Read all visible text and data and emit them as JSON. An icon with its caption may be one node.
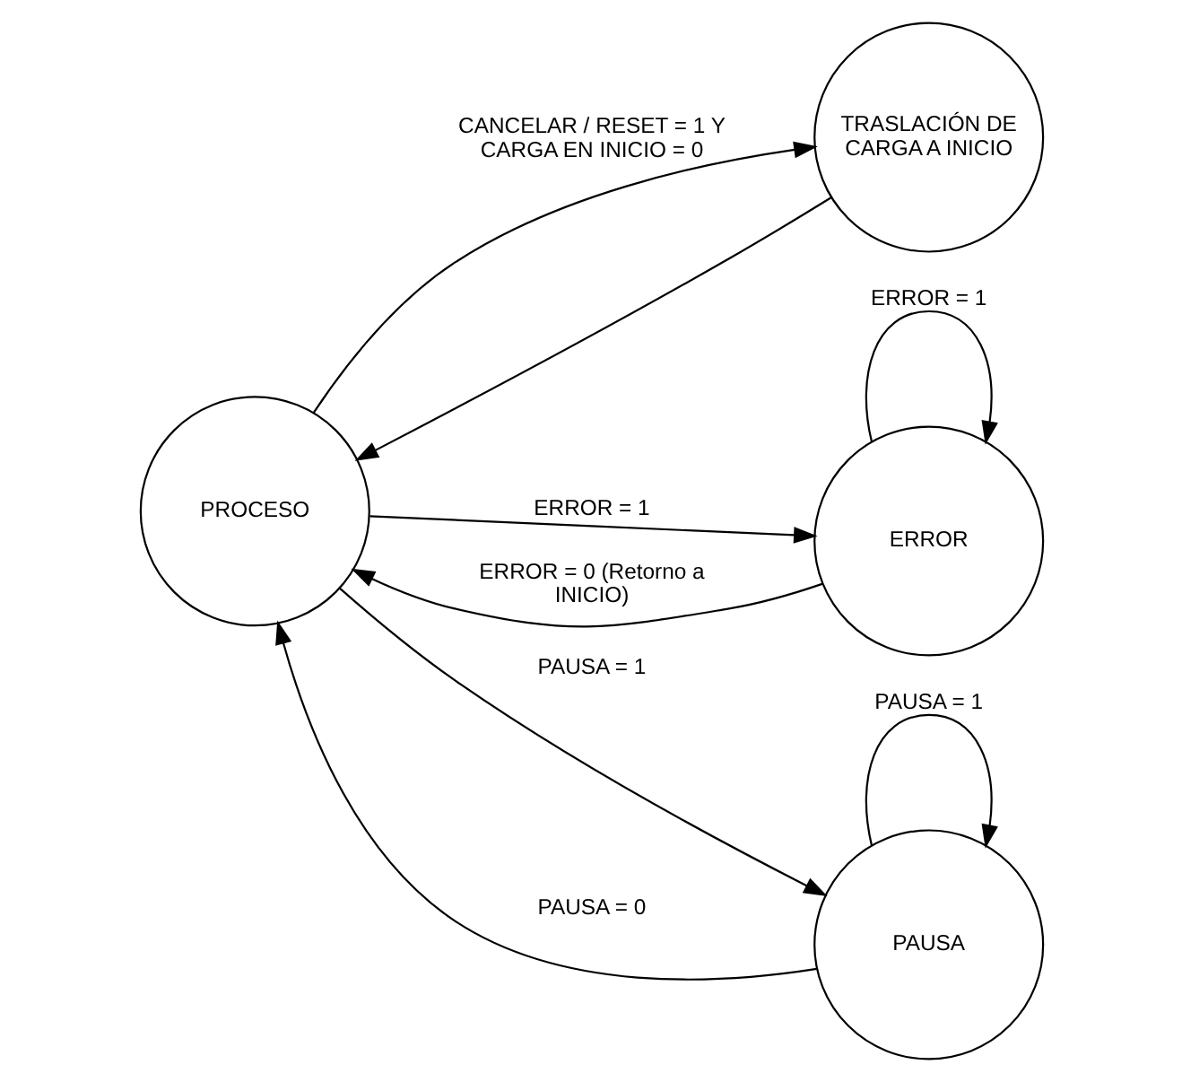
{
  "diagram": {
    "nodes": [
      {
        "text": [
          "PROCESO"
        ]
      },
      {
        "text": [
          "TRASLACIÓN DE CARGA A INICIO"
        ]
      },
      {
        "text": [
          "ERROR"
        ]
      },
      {
        "text": [
          "PAUSA"
        ]
      }
    ],
    "edges": [
      {
        "from": 0,
        "to": 1,
        "arrow": "to",
        "label": "CANCELAR / RESET = 1 Y CARGA EN INICIO = 0"
      },
      {
        "from": 1,
        "to": 0,
        "arrow": "to"
      },
      {
        "from": 0,
        "to": 2,
        "arrow": "to",
        "label": "ERROR = 1"
      },
      {
        "from": 2,
        "to": 0,
        "arrow": "to",
        "label": "ERROR = 0 (Retorno a INICIO)"
      },
      {
        "from": 2,
        "to": 2,
        "arrow": "to",
        "label": "ERROR = 1"
      },
      {
        "from": 3,
        "to": 0,
        "arrow": "to",
        "label": "PAUSA = 0"
      },
      {
        "from": 0,
        "to": 3,
        "arrow": "to",
        "label": "PAUSA = 1"
      },
      {
        "from": 3,
        "to": 3,
        "arrow": "to",
        "label": "PAUSA = 1"
      }
    ]
  }
}
